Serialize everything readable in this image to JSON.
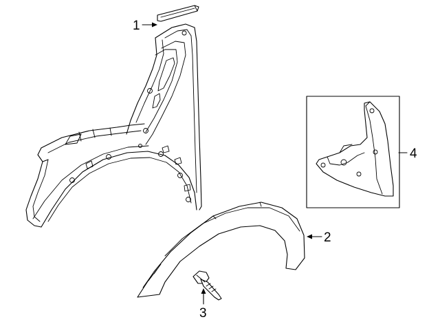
{
  "diagram": {
    "callouts": [
      {
        "id": "1",
        "label": "1",
        "part": "fender-trim-piece"
      },
      {
        "id": "2",
        "label": "2",
        "part": "wheel-arch-flare"
      },
      {
        "id": "3",
        "label": "3",
        "part": "push-clip-fastener"
      },
      {
        "id": "4",
        "label": "4",
        "part": "mud-flap"
      }
    ]
  }
}
